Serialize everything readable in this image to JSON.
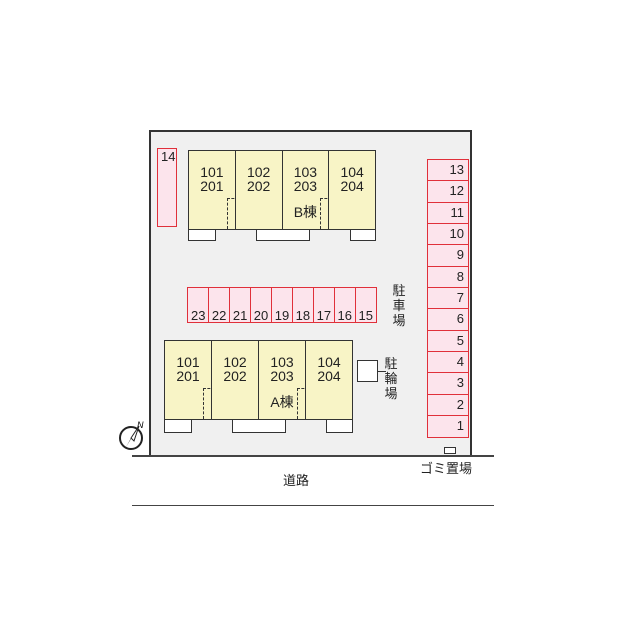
{
  "building_b": {
    "label": "B棟",
    "units": [
      {
        "a": "101",
        "b": "201"
      },
      {
        "a": "102",
        "b": "202"
      },
      {
        "a": "103",
        "b": "203"
      },
      {
        "a": "104",
        "b": "204"
      }
    ]
  },
  "building_a": {
    "label": "A棟",
    "units": [
      {
        "a": "101",
        "b": "201"
      },
      {
        "a": "102",
        "b": "202"
      },
      {
        "a": "103",
        "b": "203"
      },
      {
        "a": "104",
        "b": "204"
      }
    ]
  },
  "parking_single": "14",
  "parking_row": [
    "23",
    "22",
    "21",
    "20",
    "19",
    "18",
    "17",
    "16",
    "15"
  ],
  "parking_column": [
    "13",
    "12",
    "11",
    "10",
    "9",
    "8",
    "7",
    "6",
    "5",
    "4",
    "3",
    "2",
    "1"
  ],
  "labels": {
    "parking": "駐車場",
    "bicycle": "駐輪場",
    "garbage": "ゴミ置場",
    "road": "道路",
    "north": "N"
  },
  "colors": {
    "unit": "#f8f4c6",
    "parking_fill": "#fce4ec",
    "parking_border": "#e0303a"
  }
}
